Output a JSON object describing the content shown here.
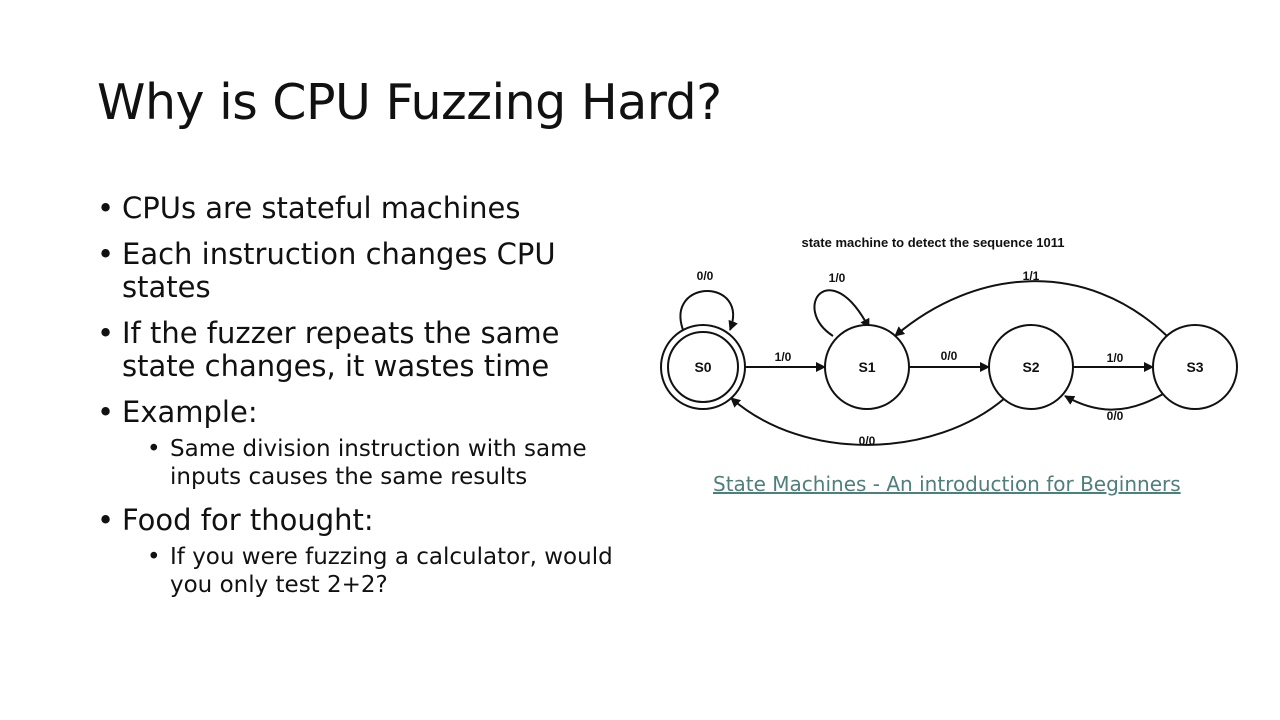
{
  "slide": {
    "title": "Why is CPU Fuzzing Hard?"
  },
  "bullets": [
    {
      "text": "CPUs are stateful machines"
    },
    {
      "text": "Each instruction changes CPU states"
    },
    {
      "text": "If the fuzzer repeats the same state changes, it wastes time"
    },
    {
      "text": "Example:",
      "sub": [
        "Same division instruction with same inputs causes the same results"
      ]
    },
    {
      "text": "Food for thought:",
      "sub": [
        "If you were fuzzing a calculator, would you only test 2+2?"
      ]
    }
  ],
  "diagram": {
    "title": "state machine to detect  the sequence 1011",
    "states": [
      "S0",
      "S1",
      "S2",
      "S3"
    ],
    "transitions": {
      "s0_self": "0/0",
      "s0_s1": "1/0",
      "s1_self": "1/0",
      "s1_s2": "0/0",
      "s2_s3": "1/0",
      "s3_s1": "1/1",
      "s3_s2": "0/0",
      "s2_s0": "0/0"
    }
  },
  "link": {
    "text": "State Machines - An introduction for Beginners"
  },
  "colors": {
    "link": "#4e7f7c"
  }
}
